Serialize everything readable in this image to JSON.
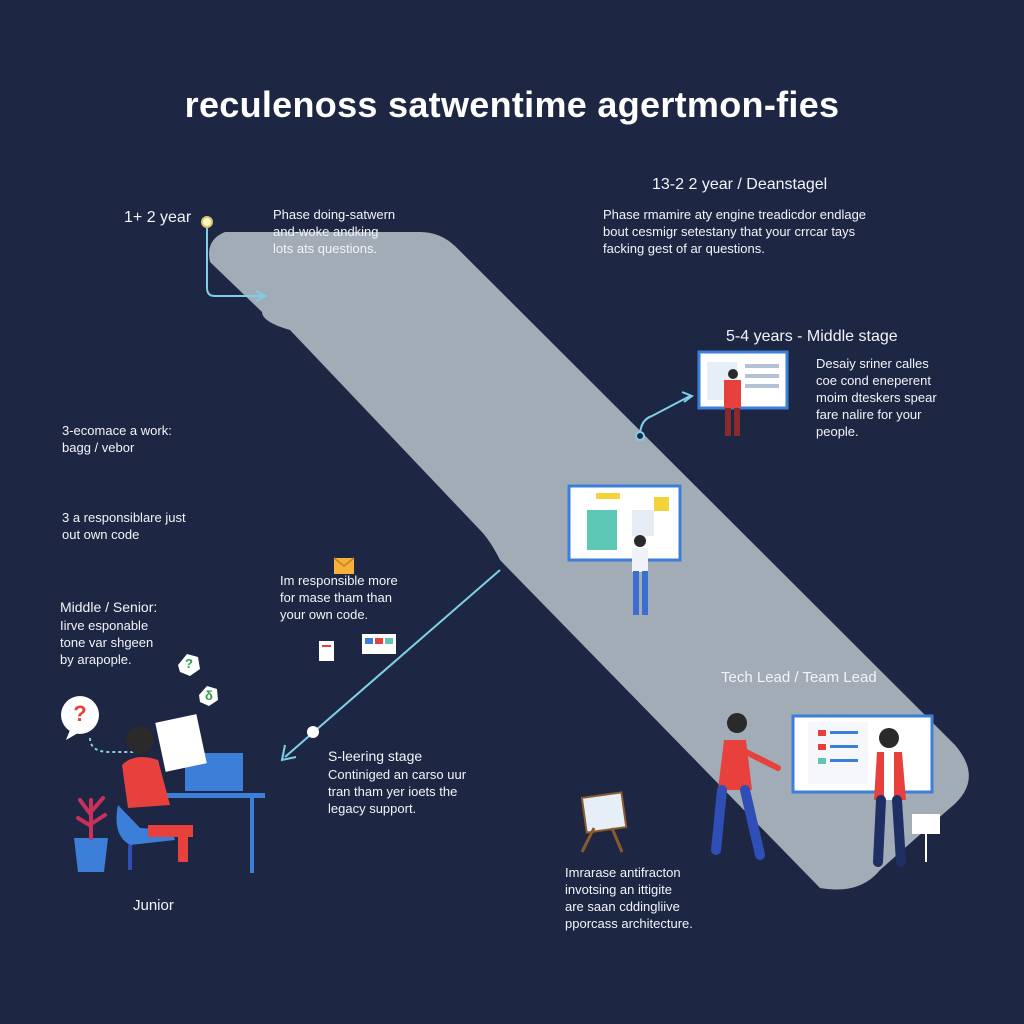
{
  "title": "reculenoss satwentime agertmon-fies",
  "stages": {
    "top_left": {
      "label": "1+ 2 year",
      "desc": "Phase doing-satwern\nand-woke andking\nlots ats questions."
    },
    "top_right": {
      "label": "13-2 2 year / Deanstagel",
      "desc": "Phase rmamire aty engine treadicdor endlage\nbout cesmigr setestany that your crrcar tays\nfacking gest of ar questions."
    },
    "middle": {
      "label": "5-4 years - Middle stage",
      "desc": "Desaiy sriner calles\ncoe cond eneperent\nmoim dteskers spear\nfare nalire for your\npeople."
    },
    "left_block_1": "3-ecomace a work:\nbagg / vebor",
    "left_block_2": "3 a responsiblare just\nout own code",
    "center_note": "Im responsible more\nfor mase tham than\nyour own code.",
    "middle_senior": {
      "label": "Middle / Senior:",
      "desc": "Iirve esponable\ntone var shgeen\nby arapople."
    },
    "learning": {
      "label": "S-leering stage",
      "desc": "Continiged an carso uur\ntran tham yer ioets the\nlegacy support."
    },
    "tech_lead": {
      "label": "Tech Lead / Team Lead",
      "desc": "Imrarase antifracton\ninvotsing an ittigite\nare saan cddingliive\npporcass architecture."
    },
    "junior": "Junior"
  },
  "icons": {
    "question": "?",
    "badge_q": "?",
    "badge_d": "δ"
  },
  "colors": {
    "background": "#1d2744",
    "road": "#a9b3bd",
    "accent_line": "#7fd0e6",
    "person_red": "#e8413d",
    "person_blue": "#2f4fb6",
    "board_border": "#3b7fd9",
    "plant": "#c7325a"
  }
}
